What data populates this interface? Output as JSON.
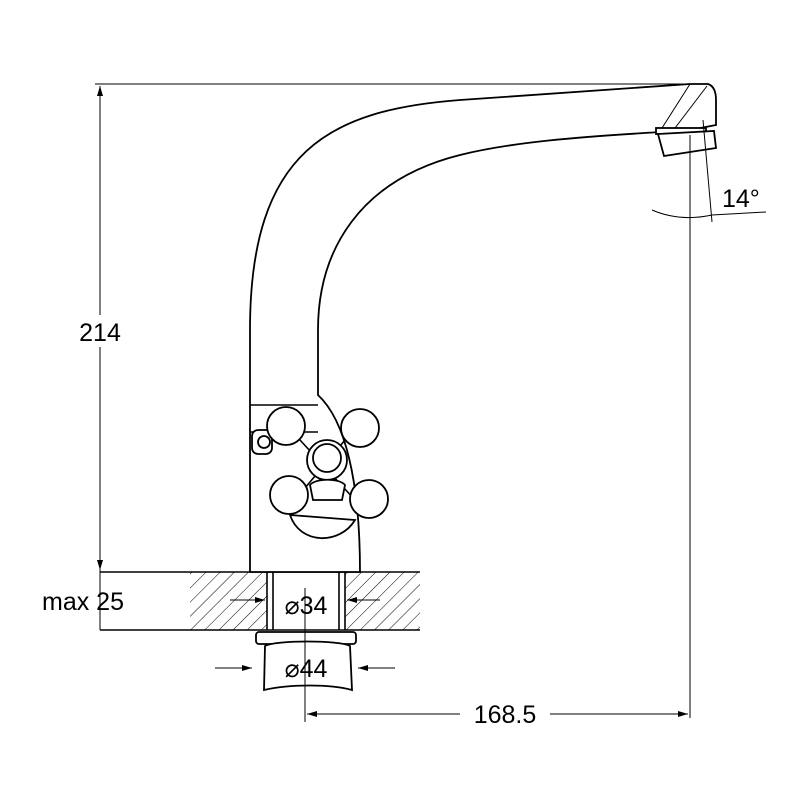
{
  "drawing": {
    "subject": "faucet",
    "dimensions": {
      "height": "214",
      "max_counter_thickness": "max 25",
      "hole_diameter": "⌀34",
      "base_diameter": "⌀44",
      "reach": "168.5",
      "spout_angle": "14°"
    },
    "line_color": "#000000",
    "background": "#ffffff"
  }
}
